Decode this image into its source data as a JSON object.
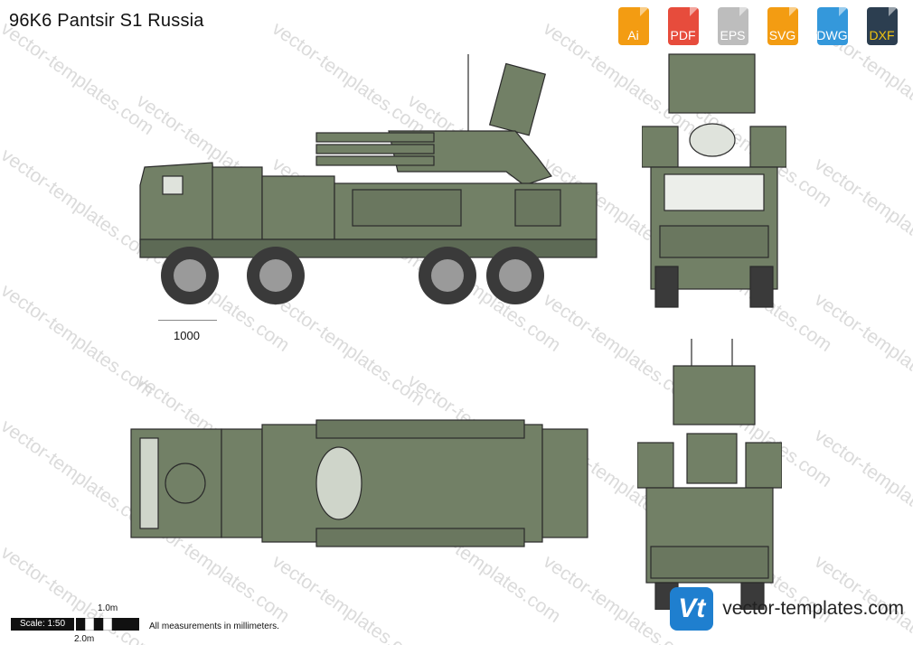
{
  "page_title": "96K6 Pantsir S1 Russia",
  "watermark_text": "vector-templates.com",
  "formats": [
    {
      "label": "Ai",
      "color": "#f39c12",
      "icon": "ai-file-icon"
    },
    {
      "label": "PDF",
      "color": "#e74c3c",
      "icon": "pdf-file-icon"
    },
    {
      "label": "EPS",
      "color": "#bdbdbd",
      "icon": "eps-file-icon"
    },
    {
      "label": "SVG",
      "color": "#f39c12",
      "icon": "svg-file-icon"
    },
    {
      "label": "DWG",
      "color": "#3498db",
      "icon": "dwg-file-icon"
    },
    {
      "label": "DXF",
      "color": "#2c3e50",
      "icon": "dxf-file-icon"
    }
  ],
  "dimension_label": "1000",
  "scale": {
    "label": "Scale: 1:50",
    "one_meter": "1.0m",
    "two_meter": "2.0m",
    "note": "All measurements in millimeters."
  },
  "brand": {
    "logo_text": "Vt",
    "site": "vector-templates.com",
    "color": "#1f7fcf"
  },
  "vehicle_color": "#728066"
}
